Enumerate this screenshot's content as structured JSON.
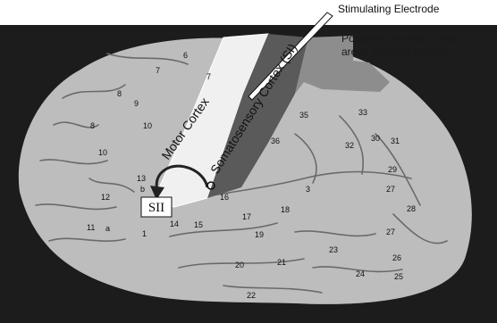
{
  "labels": {
    "stimulating_electrode": "Stimulating Electrode",
    "posterior_parietal_line1": "Posterior Parietal Cortex",
    "posterior_parietal_line2": "areas involved in touch",
    "motor_cortex": "Motor Cortex",
    "somatosensory_cortex": "Somatosensory Cortex (SI)",
    "sii": "SII"
  },
  "area_numbers": [
    "6",
    "7",
    "7",
    "8",
    "9",
    "8",
    "10",
    "10",
    "13",
    "12",
    "11",
    "b",
    "a",
    "35",
    "33",
    "36",
    "32",
    "30",
    "31",
    "29",
    "27",
    "28",
    "27",
    "26",
    "25",
    "24",
    "3",
    "18",
    "17",
    "16",
    "15",
    "14",
    "1",
    "19",
    "21",
    "20",
    "23",
    "22"
  ],
  "colors": {
    "background": "#1c1c1c",
    "brain": "#bdbdbd",
    "motor_cortex": "#f0f0f0",
    "somatosensory_cortex": "#5a5a5a",
    "parietal_region": "#8d8d8d"
  }
}
